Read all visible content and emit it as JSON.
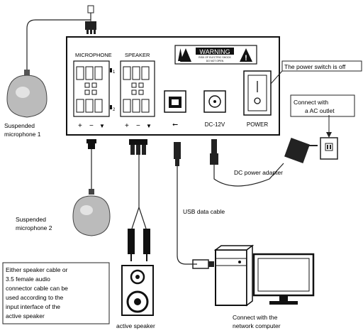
{
  "panel": {
    "microphone_label": "MICROPHONE",
    "speaker_label": "SPEAKER",
    "mic_index_1": "1",
    "mic_index_2": "2",
    "warning_title": "WARNING",
    "warning_line1": "RISK OF ELECTRIC SHOCK",
    "warning_line2": "DO NOT OPEN",
    "dc_label": "DC-12V",
    "power_label": "POWER",
    "plus": "+",
    "minus": "−",
    "ground": "▼"
  },
  "callouts": {
    "power_switch": "The power switch is off",
    "ac_outlet_line1": "Connect with",
    "ac_outlet_line2": "a AC outlet",
    "dc_adapter": "DC power adapter",
    "usb_cable": "USB data cable",
    "mic1_line1": "Suspended",
    "mic1_line2": "microphone 1",
    "mic2_line1": "Suspended",
    "mic2_line2": "microphone 2",
    "speaker_note": [
      "Either speaker cable or",
      "3.5 female audio",
      "connector cable can be",
      "used according to the",
      "input interface of the",
      "active speaker"
    ],
    "active_speaker": "active speaker",
    "computer_line1": "Connect with the",
    "computer_line2": "network computer"
  }
}
